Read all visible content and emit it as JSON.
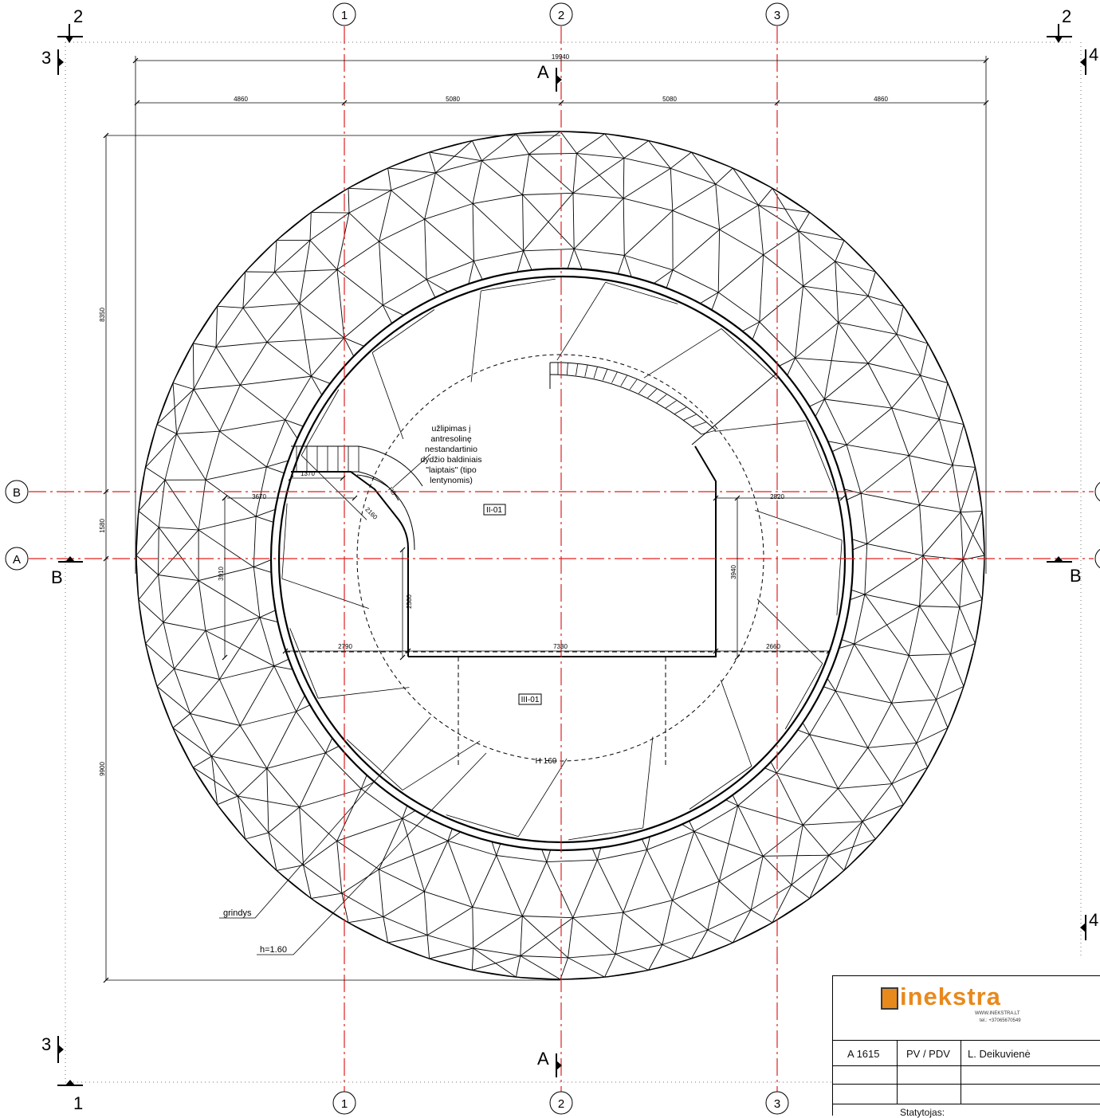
{
  "grid": {
    "columns": [
      "1",
      "2",
      "3"
    ],
    "rows": [
      "B",
      "A"
    ]
  },
  "section_marks": {
    "top_left": "2",
    "top_right": "2",
    "left_upper": "3",
    "left_lower": "3",
    "right_upper": "4",
    "right_lower": "4",
    "top_A": "A",
    "bottom_A": "A",
    "left_B": "B",
    "right_B": "B",
    "bottom_left": "1"
  },
  "dimensions": {
    "overall": "19940",
    "bays": [
      "4860",
      "5080",
      "5080",
      "4860"
    ],
    "left_vertical": [
      "8350",
      "1580",
      "9900"
    ],
    "stair_width": "1370",
    "left_to_grid_b": "3670",
    "right_to_grid_b": "2820",
    "left_height": "3910",
    "right_height": "3940",
    "stair_drop": "2580",
    "bottom_left": "2790",
    "bottom_mid": "7330",
    "bottom_right": "2660",
    "radius_small": "2160",
    "radius_tiny": "R0"
  },
  "labels": {
    "annotation": [
      "užlipimas į",
      "antresolinę",
      "nestandartinio",
      "dydžio baldiniais",
      "\"laiptais\" (tipo",
      "lentynomis)"
    ],
    "room_upper": "II-01",
    "room_lower": "III-01",
    "height_mark": "H 160",
    "floor_label": "grindys",
    "height_label": "h=1.60"
  },
  "title_block": {
    "logo_text": "inekstra",
    "website": "WWW.INEKSTRA.LT",
    "phone": "tel.: +37065670549",
    "project_code": "A 1615",
    "stage": "PV / PDV",
    "author": "L. Deikuvienė",
    "client_label": "Statytojas:"
  },
  "colors": {
    "axis": "#e0201f",
    "line": "#000000",
    "brand": "#e8891c"
  }
}
